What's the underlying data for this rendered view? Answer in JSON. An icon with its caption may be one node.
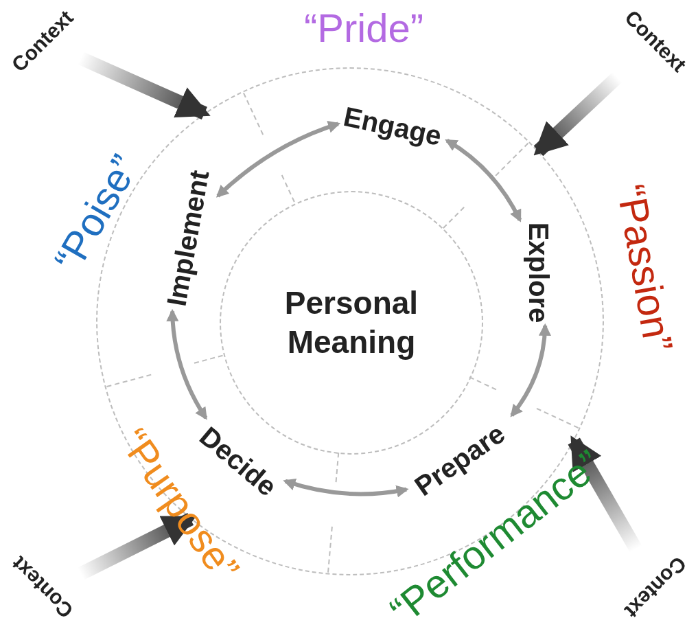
{
  "diagram": {
    "nodes": [
      {
        "text": [],
        "shape": "circle"
      },
      {
        "text": [
          "Engage"
        ],
        "in": 0
      },
      {
        "text": [
          "Explore"
        ],
        "in": 0
      },
      {
        "text": [
          "Prepare"
        ],
        "in": 0
      },
      {
        "text": [
          "Decide"
        ],
        "in": 0
      },
      {
        "text": [
          "Implement"
        ],
        "in": 0
      },
      {
        "text": [
          "Personal Meaning"
        ],
        "in": 0
      },
      {
        "text": [
          "Context"
        ]
      },
      {
        "text": [
          "Context"
        ]
      },
      {
        "text": [
          "Context"
        ]
      },
      {
        "text": [
          "Context"
        ]
      }
    ],
    "edges": [
      {
        "from": 5,
        "to": 1,
        "arrow": "both"
      },
      {
        "from": 1,
        "to": 2,
        "arrow": "both"
      },
      {
        "from": 2,
        "to": 3,
        "arrow": "both"
      },
      {
        "from": 3,
        "to": 4,
        "arrow": "both"
      },
      {
        "from": 4,
        "to": 5,
        "arrow": "both"
      },
      {
        "from": 7,
        "to": 0,
        "arrow": "to",
        "style": "thick",
        "color": "#333333"
      },
      {
        "from": 8,
        "to": 0,
        "arrow": "to",
        "style": "thick",
        "color": "#333333"
      },
      {
        "from": 9,
        "to": 0,
        "arrow": "to",
        "style": "thick",
        "color": "#333333"
      },
      {
        "from": 10,
        "to": 0,
        "arrow": "to",
        "style": "thick",
        "color": "#333333"
      }
    ],
    "labels": [
      "“Pride”",
      "“Poise”",
      "“Passion”",
      "“Purpose”",
      "“Performance”"
    ]
  }
}
